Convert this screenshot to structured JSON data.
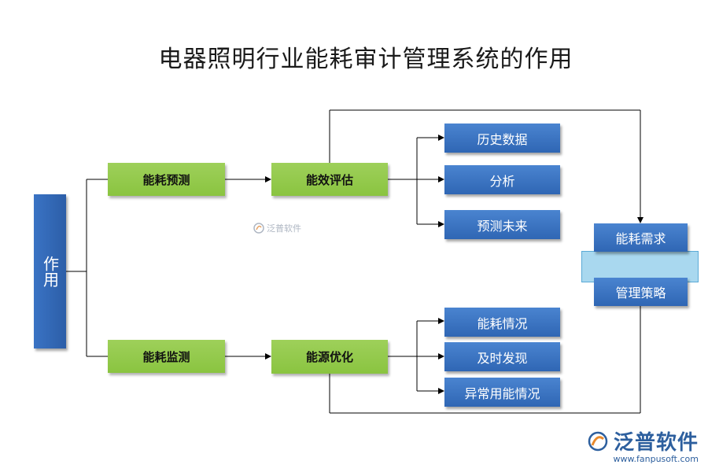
{
  "title": "电器照明行业能耗审计管理系统的作用",
  "nodes": {
    "root": "作用",
    "level1": [
      "能耗预测",
      "能耗监测"
    ],
    "level2": [
      "能效评估",
      "能源优化"
    ],
    "upper_leaves": [
      "历史数据",
      "分析",
      "预测未来"
    ],
    "lower_leaves": [
      "能耗情况",
      "及时发现",
      "异常用能情况"
    ],
    "right_top": "能耗需求",
    "right_bottom": "管理策略"
  },
  "watermark": "泛普软件",
  "brand": {
    "name": "泛普软件",
    "url": "www.fanpusoft.com"
  },
  "colors": {
    "blue": "#3a73c4",
    "green": "#8ac440",
    "light_blue": "#a9d8ef",
    "line": "#000000"
  }
}
